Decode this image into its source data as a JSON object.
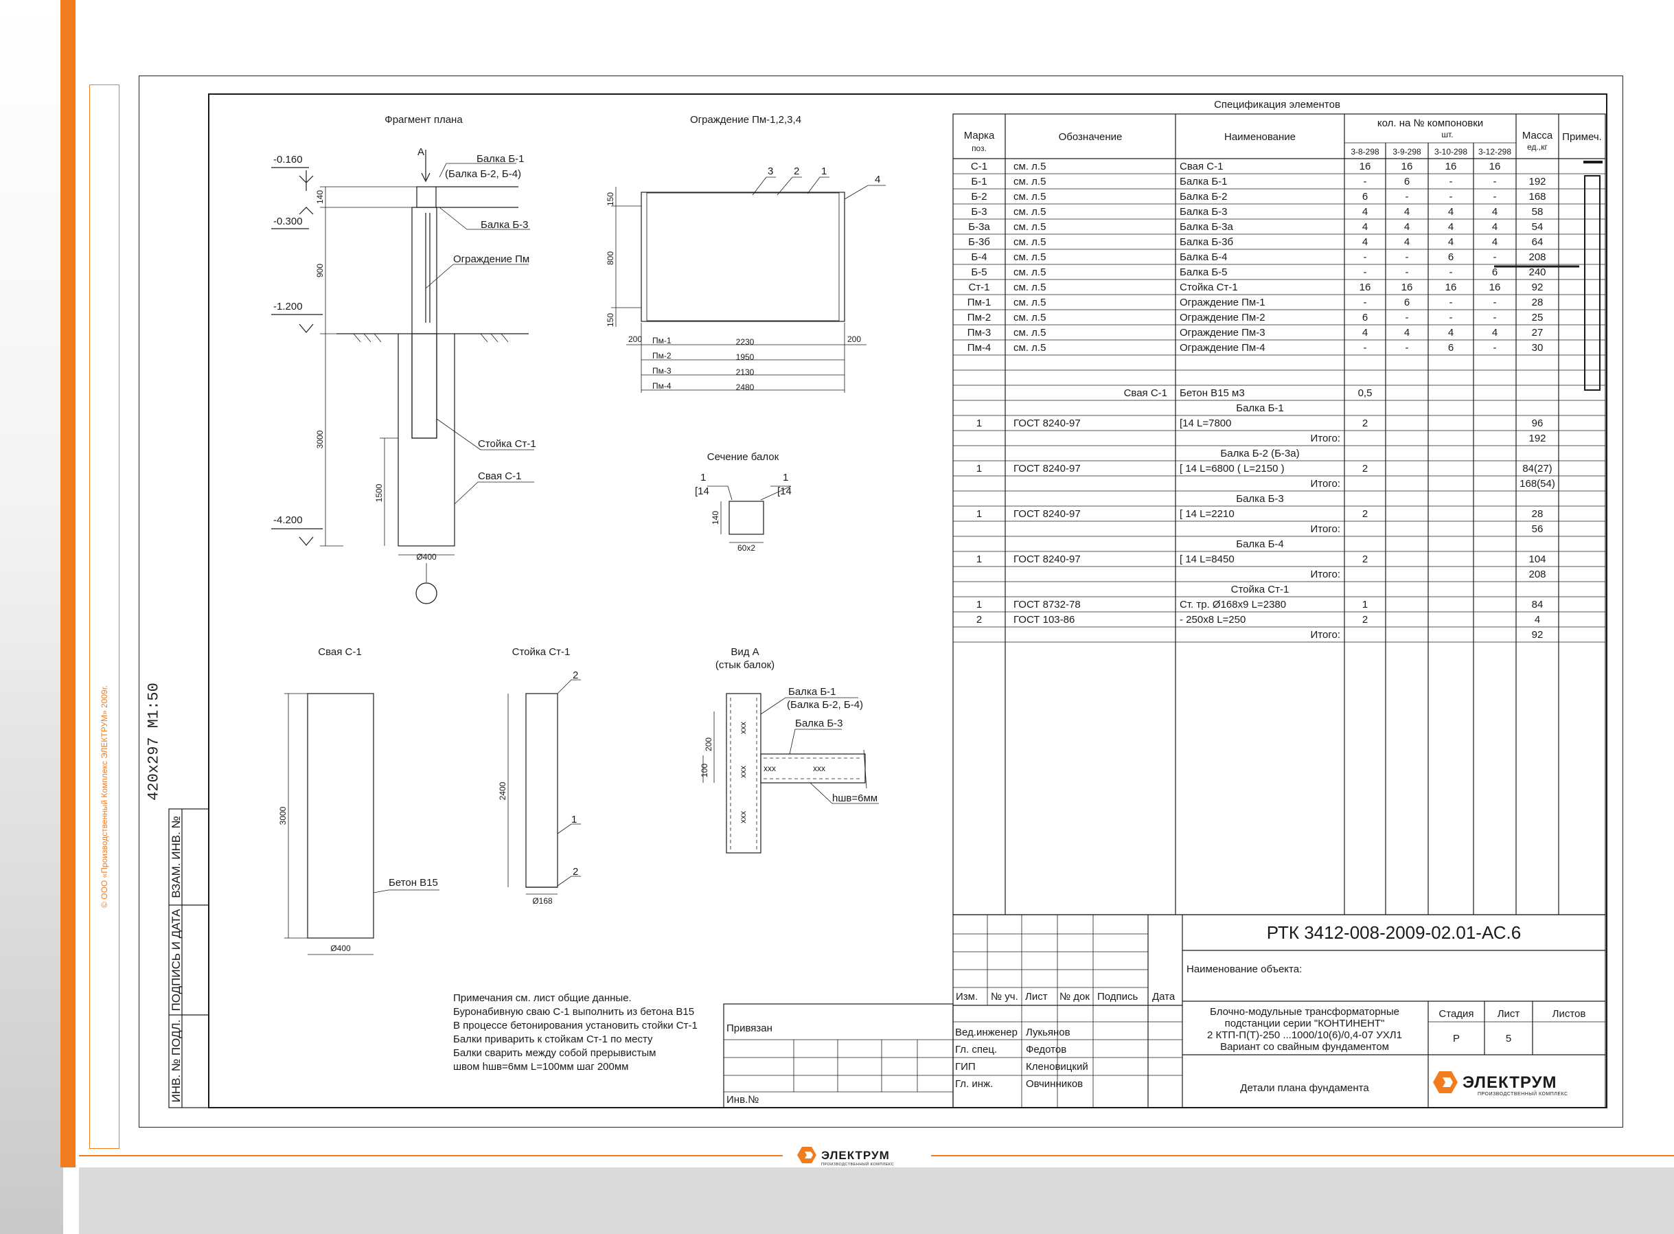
{
  "copyright": "© ООО «Производственный Комплекс ЭЛЕКТРУМ» 2009г.",
  "format_label": "420x297 М1:50",
  "side_stamp": {
    "zam_inv": "ВЗАМ. ИНВ. №",
    "sign_date": "ПОДПИСЬ И ДАТА",
    "inv_podl": "ИНВ. № ПОДЛ."
  },
  "views": {
    "plan_fragment": "Фрагмент плана",
    "fence": "Ограждение Пм-1,2,3,4",
    "beam_section": "Сечение балок",
    "pile": "Свая С-1",
    "post": "Стойка Ст-1",
    "view_a_title": "Вид А",
    "view_a_sub": "(стык балок)"
  },
  "plan": {
    "levels": [
      "-0.160",
      "-0.300",
      "-1.200",
      "-4.200"
    ],
    "dims": [
      "140",
      "900",
      "3000",
      "1500"
    ],
    "diameter": "Ø400",
    "marker": "А",
    "callouts": [
      "Балка Б-1",
      "(Балка Б-2, Б-4)",
      "Балка Б-3",
      "Ограждение Пм",
      "Стойка Ст-1",
      "Свая С-1"
    ]
  },
  "fence": {
    "callouts": [
      "3",
      "2",
      "1",
      "4"
    ],
    "dims_v": [
      "150",
      "800",
      "150"
    ],
    "side_dim": "200",
    "rows": [
      {
        "name": "Пм-1",
        "len": "2230"
      },
      {
        "name": "Пм-2",
        "len": "1950"
      },
      {
        "name": "Пм-3",
        "len": "2130"
      },
      {
        "name": "Пм-4",
        "len": "2480"
      }
    ]
  },
  "section": {
    "mark": "1",
    "profile": "[14",
    "height": "140",
    "width": "60x2"
  },
  "pile_view": {
    "height": "3000",
    "diameter": "Ø400",
    "concrete": "Бетон В15"
  },
  "post_view": {
    "height": "2400",
    "diameter": "Ø168",
    "callouts": [
      "2",
      "1",
      "2"
    ]
  },
  "view_a": {
    "beam_b1": "Балка Б-1",
    "beam_b2": "(Балка Б-2, Б-4)",
    "beam_b3": "Балка Б-3",
    "dim1": "200",
    "dim2": "100",
    "weld": "hшв=6мм",
    "weld_mark": "xxx"
  },
  "notes": [
    "Примечания см. лист общие данные.",
    "Буронабивную сваю С-1 выполнить из бетона  В15",
    "В процессе бетонирования установить стойки Ст-1",
    "Балки приварить к стойкам Ст-1 по месту",
    "Балки сварить между собой прерывистым",
    "швом hшв=6мм L=100мм шаг 200мм"
  ],
  "spec": {
    "title": "Спецификация элементов",
    "headers": {
      "mark": [
        "Марка",
        "поз."
      ],
      "designation": "Обозначение",
      "name": "Наименование",
      "qty": [
        "кол. на № компоновки",
        "шт."
      ],
      "mass": [
        "Масса",
        "ед.,кг"
      ],
      "note": "Примеч.",
      "layouts": [
        "3-8-298",
        "3-9-298",
        "3-10-298",
        "3-12-298"
      ]
    },
    "rows": [
      [
        "С-1",
        "см. л.5",
        "Свая С-1",
        "16",
        "16",
        "16",
        "16",
        ""
      ],
      [
        "Б-1",
        "см. л.5",
        "Балка Б-1",
        "-",
        "6",
        "-",
        "-",
        "192"
      ],
      [
        "Б-2",
        "см. л.5",
        "Балка Б-2",
        "6",
        "-",
        "-",
        "-",
        "168"
      ],
      [
        "Б-3",
        "см. л.5",
        "Балка Б-3",
        "4",
        "4",
        "4",
        "4",
        "58"
      ],
      [
        "Б-3а",
        "см. л.5",
        "Балка Б-3а",
        "4",
        "4",
        "4",
        "4",
        "54"
      ],
      [
        "Б-3б",
        "см. л.5",
        "Балка Б-3б",
        "4",
        "4",
        "4",
        "4",
        "64"
      ],
      [
        "Б-4",
        "см. л.5",
        "Балка Б-4",
        "-",
        "-",
        "6",
        "-",
        "208"
      ],
      [
        "Б-5",
        "см. л.5",
        "Балка Б-5",
        "-",
        "-",
        "-",
        "6",
        "240"
      ],
      [
        "Ст-1",
        "см. л.5",
        "Стойка Ст-1",
        "16",
        "16",
        "16",
        "16",
        "92"
      ],
      [
        "Пм-1",
        "см. л.5",
        "Ограждение Пм-1",
        "-",
        "6",
        "-",
        "-",
        "28"
      ],
      [
        "Пм-2",
        "см. л.5",
        "Ограждение Пм-2",
        "6",
        "-",
        "-",
        "-",
        "25"
      ],
      [
        "Пм-3",
        "см. л.5",
        "Ограждение Пм-3",
        "4",
        "4",
        "4",
        "4",
        "27"
      ],
      [
        "Пм-4",
        "см. л.5",
        "Ограждение Пм-4",
        "-",
        "-",
        "6",
        "-",
        "30"
      ],
      [
        "",
        "",
        "",
        "",
        "",
        "",
        "",
        ""
      ],
      [
        "",
        "",
        "",
        "",
        "",
        "",
        "",
        ""
      ],
      [
        "",
        "Свая С-1",
        "Бетон В15   м3",
        "0,5",
        "",
        "",
        "",
        ""
      ],
      [
        "",
        "",
        "Балка Б-1",
        "",
        "",
        "",
        "",
        ""
      ],
      [
        "1",
        "ГОСТ 8240-97",
        "[14 L=7800",
        "2",
        "",
        "",
        "",
        "96"
      ],
      [
        "",
        "",
        "Итого:",
        "",
        "",
        "",
        "",
        "192"
      ],
      [
        "",
        "",
        "Балка Б-2 (Б-3а)",
        "",
        "",
        "",
        "",
        ""
      ],
      [
        "1",
        "ГОСТ 8240-97",
        "[ 14 L=6800 (  L=2150 )",
        "2",
        "",
        "",
        "",
        "84(27)"
      ],
      [
        "",
        "",
        "Итого:",
        "",
        "",
        "",
        "",
        "168(54)"
      ],
      [
        "",
        "",
        "Балка Б-3",
        "",
        "",
        "",
        "",
        ""
      ],
      [
        "1",
        "ГОСТ 8240-97",
        "[ 14 L=2210",
        "2",
        "",
        "",
        "",
        "28"
      ],
      [
        "",
        "",
        "Итого:",
        "",
        "",
        "",
        "",
        "56"
      ],
      [
        "",
        "",
        "Балка Б-4",
        "",
        "",
        "",
        "",
        ""
      ],
      [
        "1",
        "ГОСТ 8240-97",
        "[ 14 L=8450",
        "2",
        "",
        "",
        "",
        "104"
      ],
      [
        "",
        "",
        "Итого:",
        "",
        "",
        "",
        "",
        "208"
      ],
      [
        "",
        "",
        "Стойка Ст-1",
        "",
        "",
        "",
        "",
        ""
      ],
      [
        "1",
        "ГОСТ 8732-78",
        "Ст. тр. Ø168x9 L=2380",
        "1",
        "",
        "",
        "",
        "84"
      ],
      [
        "2",
        "ГОСТ 103-86",
        "- 250x8 L=250",
        "2",
        "",
        "",
        "",
        "4"
      ],
      [
        "",
        "",
        "Итого:",
        "",
        "",
        "",
        "",
        "92"
      ]
    ]
  },
  "stamp": {
    "code": "РТК 3412-008-2009-02.01-АС.6",
    "object_label": "Наименование объекта:",
    "cols": [
      "Изм.",
      "№ уч.",
      "Лист",
      "№ док",
      "Подпись",
      "Дата"
    ],
    "people": [
      {
        "role": "Вед.инженер",
        "name": "Лукьянов"
      },
      {
        "role": "Гл. спец.",
        "name": "Федотов"
      },
      {
        "role": "ГИП",
        "name": "Кленовицкий"
      },
      {
        "role": "Гл. инж.",
        "name": "Овчинников"
      }
    ],
    "project_lines": [
      "Блочно-модульные трансформаторные",
      "подстанции серии \"КОНТИНЕНТ\"",
      "2 КТП-П(Т)-250 ...1000/10(6)/0,4-07 УХЛ1",
      "Вариант со свайным фундаментом"
    ],
    "sheet_title": "Детали плана фундамента",
    "stage_label": "Стадия",
    "sheet_label": "Лист",
    "sheets_label": "Листов",
    "stage": "Р",
    "sheet": "5",
    "sheets": "",
    "tied": "Привязан",
    "inv": "Инв.№"
  },
  "logo": {
    "name": "ЭЛЕКТРУМ",
    "sub": "ПРОИЗВОДСТВЕННЫЙ КОМПЛЕКС"
  },
  "colors": {
    "accent": "#f07c1e",
    "line": "#1a1a1a"
  }
}
